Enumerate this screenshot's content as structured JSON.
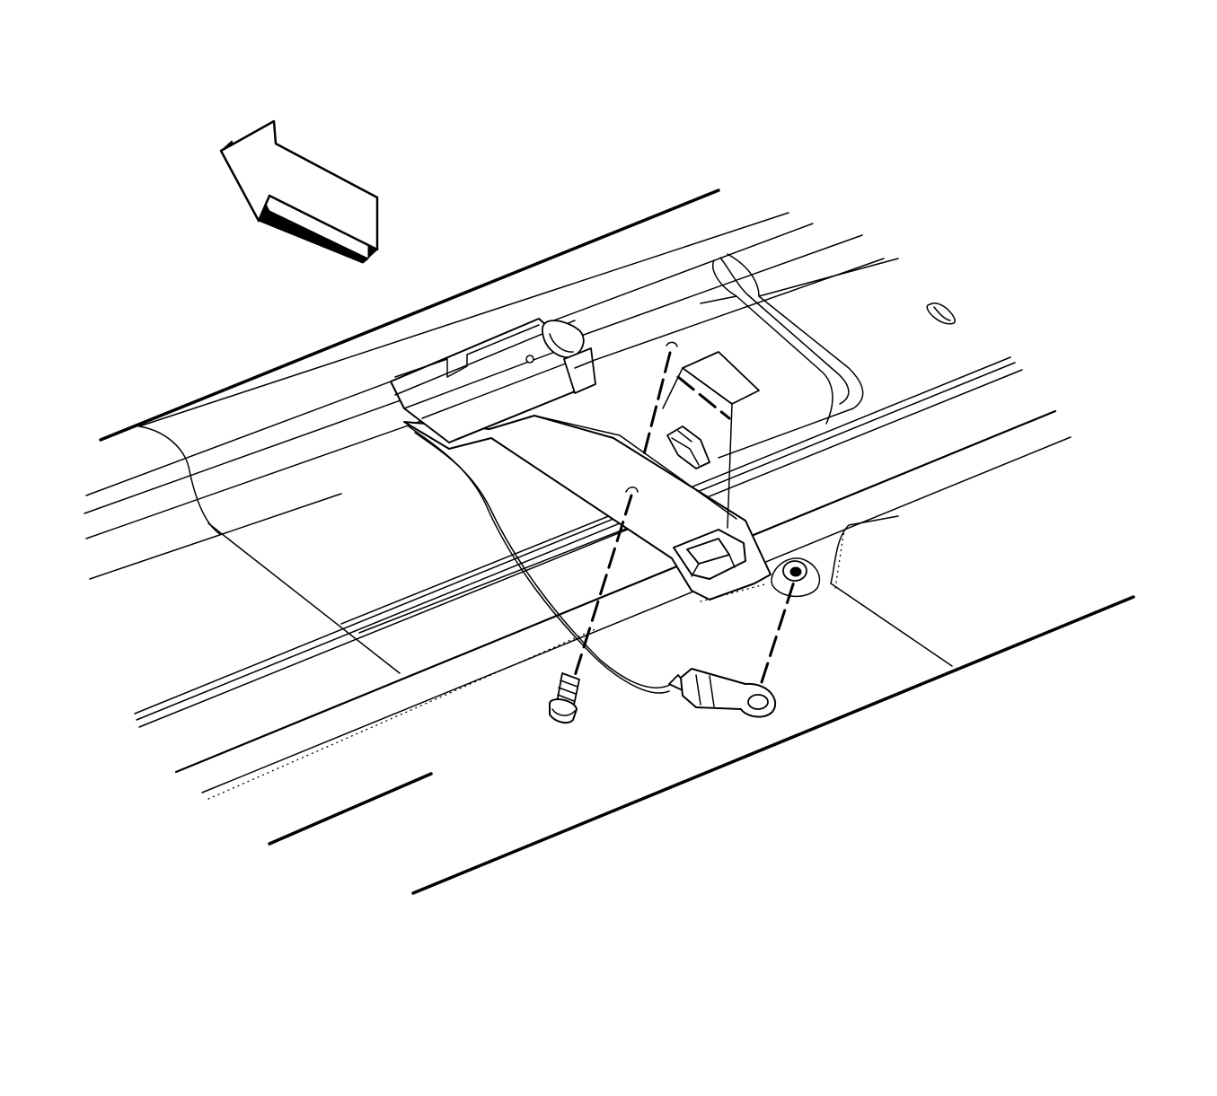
{
  "diagram": {
    "kind": "exploded-view line illustration",
    "colors": {
      "ink": "#000000",
      "background": "#ffffff"
    },
    "icons": [
      "direction-arrow-icon"
    ],
    "parts": [
      "vehicle-floor-panel",
      "control-module",
      "mounting-bracket",
      "push-pin-retainer",
      "bolt",
      "ground-wire",
      "ring-terminal",
      "mounting-hole"
    ]
  }
}
